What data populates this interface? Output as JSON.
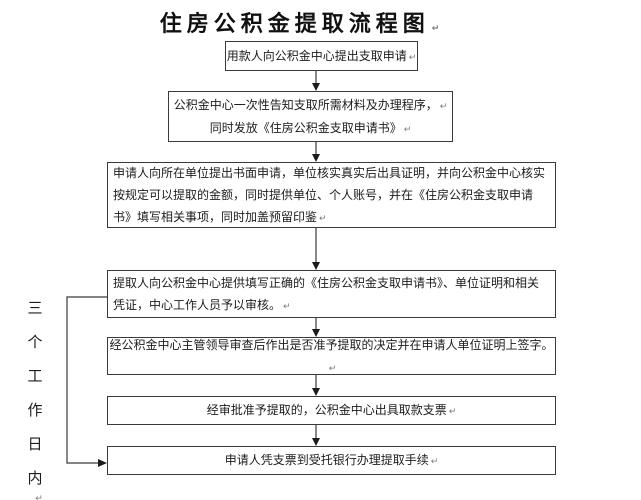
{
  "page": {
    "title": "住房公积金提取流程图",
    "background_color": "#ffffff",
    "line_color": "#3a3a3a",
    "text_color": "#1c1c1c"
  },
  "marks": {
    "return_mark": "↵"
  },
  "side_label": {
    "text": "三个工作日内",
    "chars": [
      "三",
      "个",
      "工",
      "作",
      "日",
      "内"
    ]
  },
  "boxes": [
    {
      "step": 1,
      "lines": [
        "用款人向公积金中心提出支取申请"
      ]
    },
    {
      "step": 2,
      "lines": [
        "公积金中心一次性告知支取所需材料及办理程序，",
        "同时发放《住房公积金支取申请书》"
      ]
    },
    {
      "step": 3,
      "lines": [
        "申请人向所在单位提出书面申请，单位核实真实后出具证明，并向公积金中心核实按规定可以提取的金额，同时提供单位、个人账号，并在《住房公积金支取申请书》填写相关事项，同时加盖预留印鉴"
      ]
    },
    {
      "step": 4,
      "lines": [
        "提取人向公积金中心提供填写正确的《住房公积金支取申请书》、单位证明和相关凭证，中心工作人员予以审核。"
      ]
    },
    {
      "step": 5,
      "lines": [
        "经公积金中心主管领导审查后作出是否准予提取的决定并在申请人单位证明上签字。"
      ]
    },
    {
      "step": 6,
      "lines": [
        "经审批准予提取的，公积金中心出具取款支票"
      ]
    },
    {
      "step": 7,
      "lines": [
        "申请人凭支票到受托银行办理提取手续"
      ]
    }
  ]
}
